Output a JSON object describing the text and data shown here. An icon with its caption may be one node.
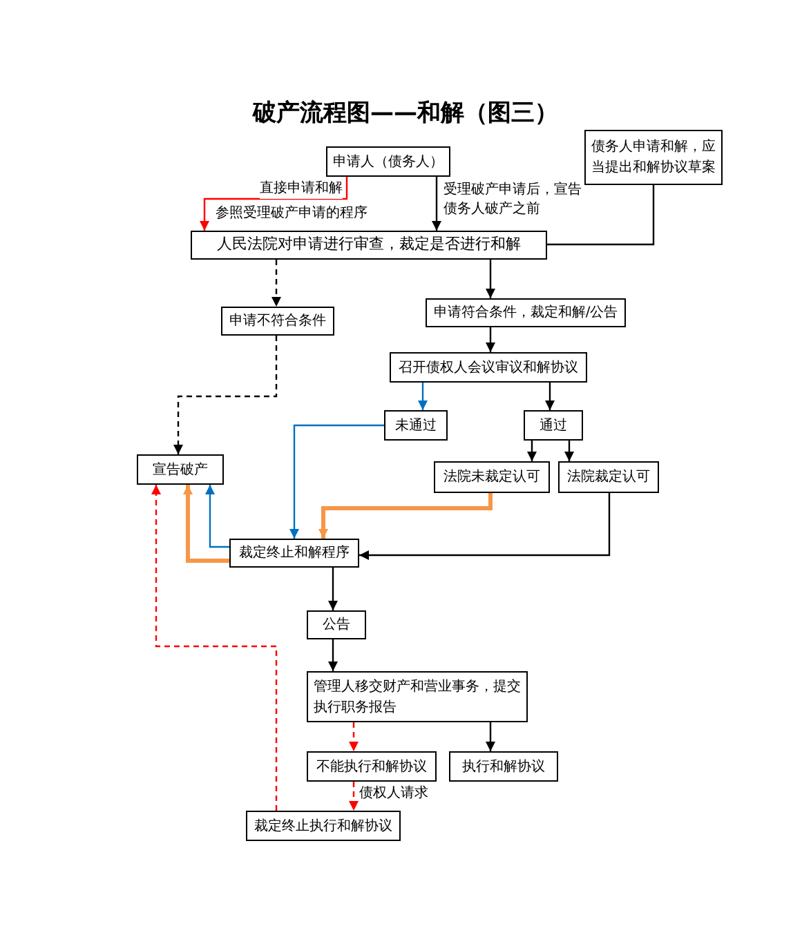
{
  "diagram": {
    "title": "破产流程图——和解（图三）",
    "nodes": [
      {
        "text": [
          "申请人（债务人）"
        ]
      },
      {
        "text": [
          "债务人申请和解，应当提出和解协议草案"
        ]
      },
      {
        "text": [
          "人民法院对申请进行审查，裁定是否进行和解"
        ]
      },
      {
        "text": [
          "申请不符合条件"
        ]
      },
      {
        "text": [
          "申请符合条件，裁定和解/公告"
        ]
      },
      {
        "text": [
          "召开债权人会议审议和解协议"
        ]
      },
      {
        "text": [
          "未通过"
        ]
      },
      {
        "text": [
          "通过"
        ]
      },
      {
        "text": [
          "宣告破产"
        ]
      },
      {
        "text": [
          "法院未裁定认可"
        ]
      },
      {
        "text": [
          "法院裁定认可"
        ]
      },
      {
        "text": [
          "裁定终止和解程序"
        ]
      },
      {
        "text": [
          "公告"
        ]
      },
      {
        "text": [
          "管理人移交财产和营业事务，提交执行职务报告"
        ]
      },
      {
        "text": [
          "不能执行和解协议"
        ]
      },
      {
        "text": [
          "执行和解协议"
        ]
      },
      {
        "text": [
          "裁定终止执行和解协议"
        ]
      }
    ],
    "edges": [
      {
        "from": 0,
        "to": 2,
        "arrow": "to",
        "label": "直接申请和解",
        "color": "#ff0000"
      },
      {
        "from": 0,
        "to": 2,
        "arrow": "to",
        "label": "受理破产申请后，宣告债务人破产之前"
      },
      {
        "from": 1,
        "to": 2,
        "arrow": "none"
      },
      {
        "from": 2,
        "to": 3,
        "arrow": "to",
        "style": "dashed"
      },
      {
        "from": 2,
        "to": 4,
        "arrow": "to"
      },
      {
        "from": 3,
        "to": 8,
        "arrow": "to",
        "style": "dashed"
      },
      {
        "from": 4,
        "to": 5,
        "arrow": "to"
      },
      {
        "from": 5,
        "to": 6,
        "arrow": "to",
        "color": "#0070c0"
      },
      {
        "from": 5,
        "to": 7,
        "arrow": "to"
      },
      {
        "from": 6,
        "to": 11,
        "arrow": "to",
        "color": "#0070c0"
      },
      {
        "from": 7,
        "to": 9,
        "arrow": "to"
      },
      {
        "from": 7,
        "to": 10,
        "arrow": "to"
      },
      {
        "from": 9,
        "to": 11,
        "arrow": "to",
        "style": "thick",
        "color": "#f79646"
      },
      {
        "from": 10,
        "to": 11,
        "arrow": "to"
      },
      {
        "from": 11,
        "to": 8,
        "arrow": "to",
        "style": "thick",
        "color": "#f79646"
      },
      {
        "from": 11,
        "to": 8,
        "arrow": "to",
        "color": "#0070c0"
      },
      {
        "from": 11,
        "to": 12,
        "arrow": "to"
      },
      {
        "from": 12,
        "to": 13,
        "arrow": "to"
      },
      {
        "from": 13,
        "to": 14,
        "arrow": "to",
        "style": "dashed",
        "color": "#ff0000"
      },
      {
        "from": 13,
        "to": 15,
        "arrow": "to"
      },
      {
        "from": 14,
        "to": 16,
        "arrow": "to",
        "label": "债权人请求",
        "style": "dashed",
        "color": "#ff0000"
      },
      {
        "from": 16,
        "to": 8,
        "arrow": "to",
        "style": "dashed",
        "color": "#ff0000"
      }
    ],
    "labels": [
      "参照受理破产申请的程序"
    ]
  }
}
